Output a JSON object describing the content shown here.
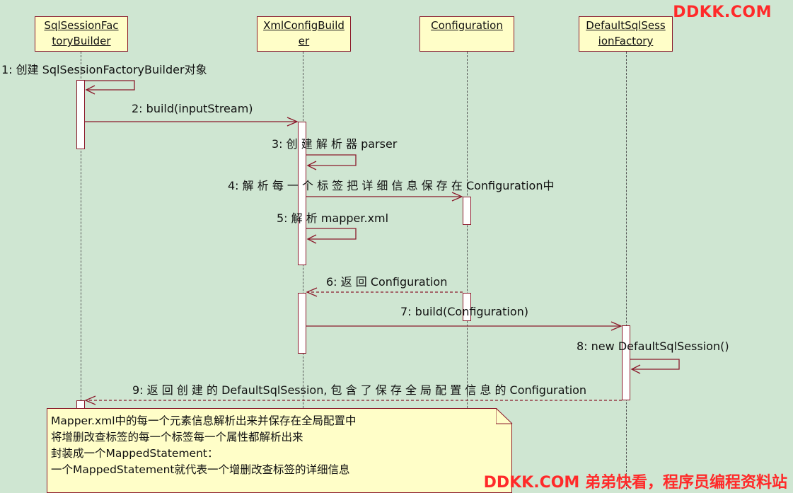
{
  "actors": [
    {
      "id": "sqlsessionfactorybuilder",
      "label": "SqlSessionFac\ntoryBuilder"
    },
    {
      "id": "xmlconfigbuilder",
      "label": "XmlConfigBuild\ner"
    },
    {
      "id": "configuration",
      "label": "Configuration"
    },
    {
      "id": "defaultsqlsessionfactory",
      "label": "DefaultSqlSess\nionFactory"
    }
  ],
  "messages": [
    {
      "label": "1: 创建 SqlSessionFactoryBuilder对象"
    },
    {
      "label": "2: build(inputStream)"
    },
    {
      "label": "3: 创 建 解 析 器 parser"
    },
    {
      "label": "4: 解 析 每 一 个 标 签 把 详 细 信 息 保 存 在 Configuration中"
    },
    {
      "label": "5: 解 析 mapper.xml"
    },
    {
      "label": "6: 返 回 Configuration"
    },
    {
      "label": "7: build(Configuration)"
    },
    {
      "label": "8: new DefaultSqlSession()"
    },
    {
      "label": "9: 返 回 创 建 的 DefaultSqlSession, 包 含 了 保 存 全 局 配 置 信 息 的 Configuration"
    }
  ],
  "note": {
    "lines": [
      "Mapper.xml中的每一个元素信息解析出来并保存在全局配置中",
      "将增删改查标签的每一个标签每一个属性都解析出来",
      "封装成一个MappedStatement：",
      "一个MappedStatement就代表一个增删改查标签的详细信息"
    ]
  },
  "watermark": {
    "top": "DDKK.COM",
    "bottom": "DDKK.COM 弟弟快看，程序员编程资料站"
  },
  "colors": {
    "background": "#cfe6d2",
    "actor_fill": "#fffec8",
    "border": "#8b1a2b",
    "watermark": "#ff2a2a"
  }
}
